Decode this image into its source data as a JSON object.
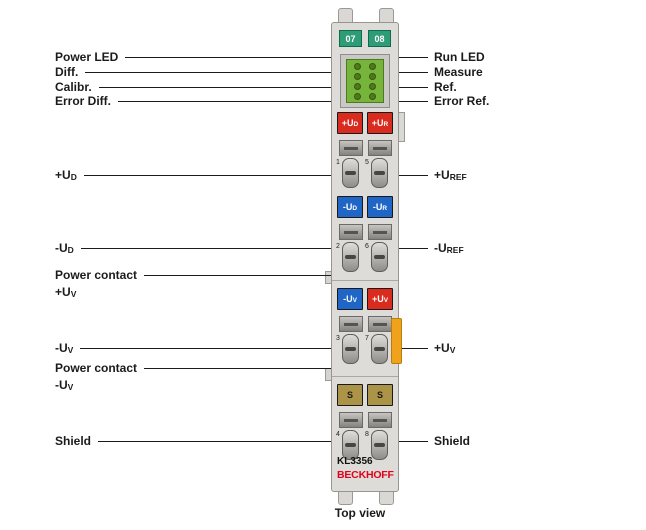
{
  "caption": "Top view",
  "module": {
    "id_label": "KL3356",
    "brand": "BECKHOFF",
    "channel_numbers": [
      "07",
      "08"
    ],
    "blocks": {
      "row1": [
        {
          "text": "+U",
          "sub": "D"
        },
        {
          "text": "+U",
          "sub": "R"
        }
      ],
      "row2": [
        {
          "text": "-U",
          "sub": "D"
        },
        {
          "text": "-U",
          "sub": "R"
        }
      ],
      "row3": [
        {
          "text": "-U",
          "sub": "V"
        },
        {
          "text": "+U",
          "sub": "V"
        }
      ],
      "row4": [
        {
          "text": "S",
          "sub": ""
        },
        {
          "text": "S",
          "sub": ""
        }
      ]
    },
    "terminal_numbers": {
      "row1": [
        "1",
        "5"
      ],
      "row2": [
        "2",
        "6"
      ],
      "row3": [
        "3",
        "7"
      ],
      "row4": [
        "4",
        "8"
      ]
    }
  },
  "callouts": {
    "left": [
      {
        "text": "Power LED",
        "sub": ""
      },
      {
        "text": "Diff.",
        "sub": ""
      },
      {
        "text": "Calibr.",
        "sub": ""
      },
      {
        "text": "Error Diff.",
        "sub": ""
      },
      {
        "text": "+U",
        "sub": "D"
      },
      {
        "text": "-U",
        "sub": "D"
      },
      {
        "line1": "Power contact",
        "text": "+U",
        "sub": "V"
      },
      {
        "text": "-U",
        "sub": "V"
      },
      {
        "line1": "Power contact",
        "text": "-U",
        "sub": "V"
      },
      {
        "text": "Shield",
        "sub": ""
      }
    ],
    "right": [
      {
        "text": "Run LED",
        "sub": ""
      },
      {
        "text": "Measure",
        "sub": ""
      },
      {
        "text": "Ref.",
        "sub": ""
      },
      {
        "text": "Error Ref.",
        "sub": ""
      },
      {
        "text": "+U",
        "sub": "REF"
      },
      {
        "text": "-U",
        "sub": "REF"
      },
      {
        "text": "+U",
        "sub": "V"
      },
      {
        "text": "Shield",
        "sub": ""
      }
    ]
  },
  "colors": {
    "red_block": "#d92c1f",
    "blue_block": "#1f66c7",
    "gold_block": "#ab9348",
    "green_channel_box": "#2f9c78",
    "led_field": "#76b43c",
    "orange_power_contact": "#f0a21c",
    "brand_red": "#e2001a",
    "housing_gray": "#dedcd9"
  }
}
